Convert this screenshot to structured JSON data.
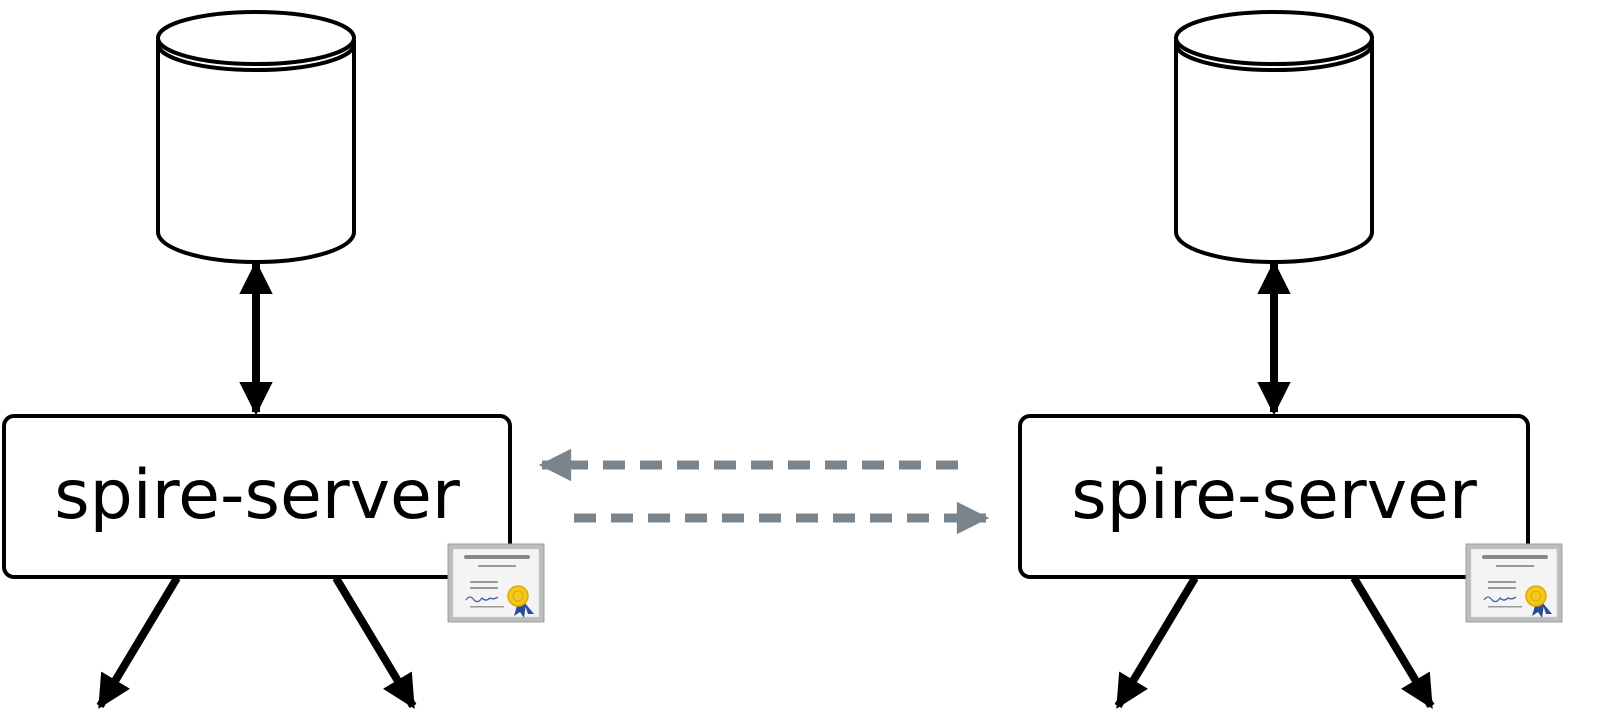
{
  "nodes": [
    {
      "label": "spire-server"
    },
    {
      "label": "spire-server"
    }
  ],
  "colors": {
    "stroke": "#000000",
    "dashed_arrow": "#7a848c",
    "certificate_border": "#a8a8a8",
    "certificate_seal": "#f2c81e",
    "certificate_ribbon": "#2a4a9a"
  },
  "icons": [
    "database-cylinder",
    "certificate-icon"
  ]
}
